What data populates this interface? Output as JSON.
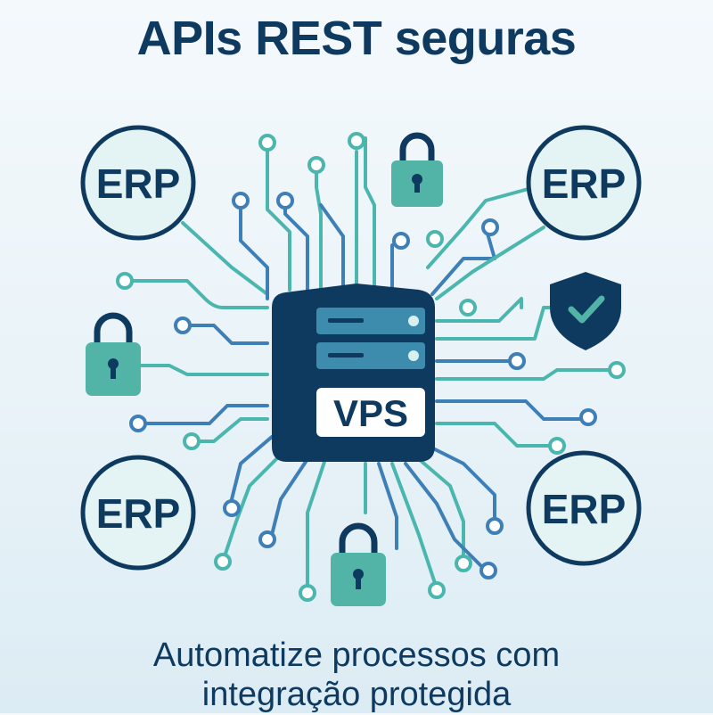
{
  "header": {
    "title": "APIs REST seguras"
  },
  "server": {
    "label": "VPS"
  },
  "nodes": [
    {
      "label": "ERP"
    },
    {
      "label": "ERP"
    },
    {
      "label": "ERP"
    },
    {
      "label": "ERP"
    }
  ],
  "footer": {
    "line1": "Automatize processos com",
    "line2": "integração protegida"
  },
  "colors": {
    "navy": "#0f3a60",
    "teal": "#4bb6ad",
    "blue": "#3d7fb6",
    "lock": "#52b3a7",
    "circle_fill": "#e4f3f4"
  },
  "icons": [
    "lock-icon",
    "shield-check-icon",
    "server-icon"
  ]
}
